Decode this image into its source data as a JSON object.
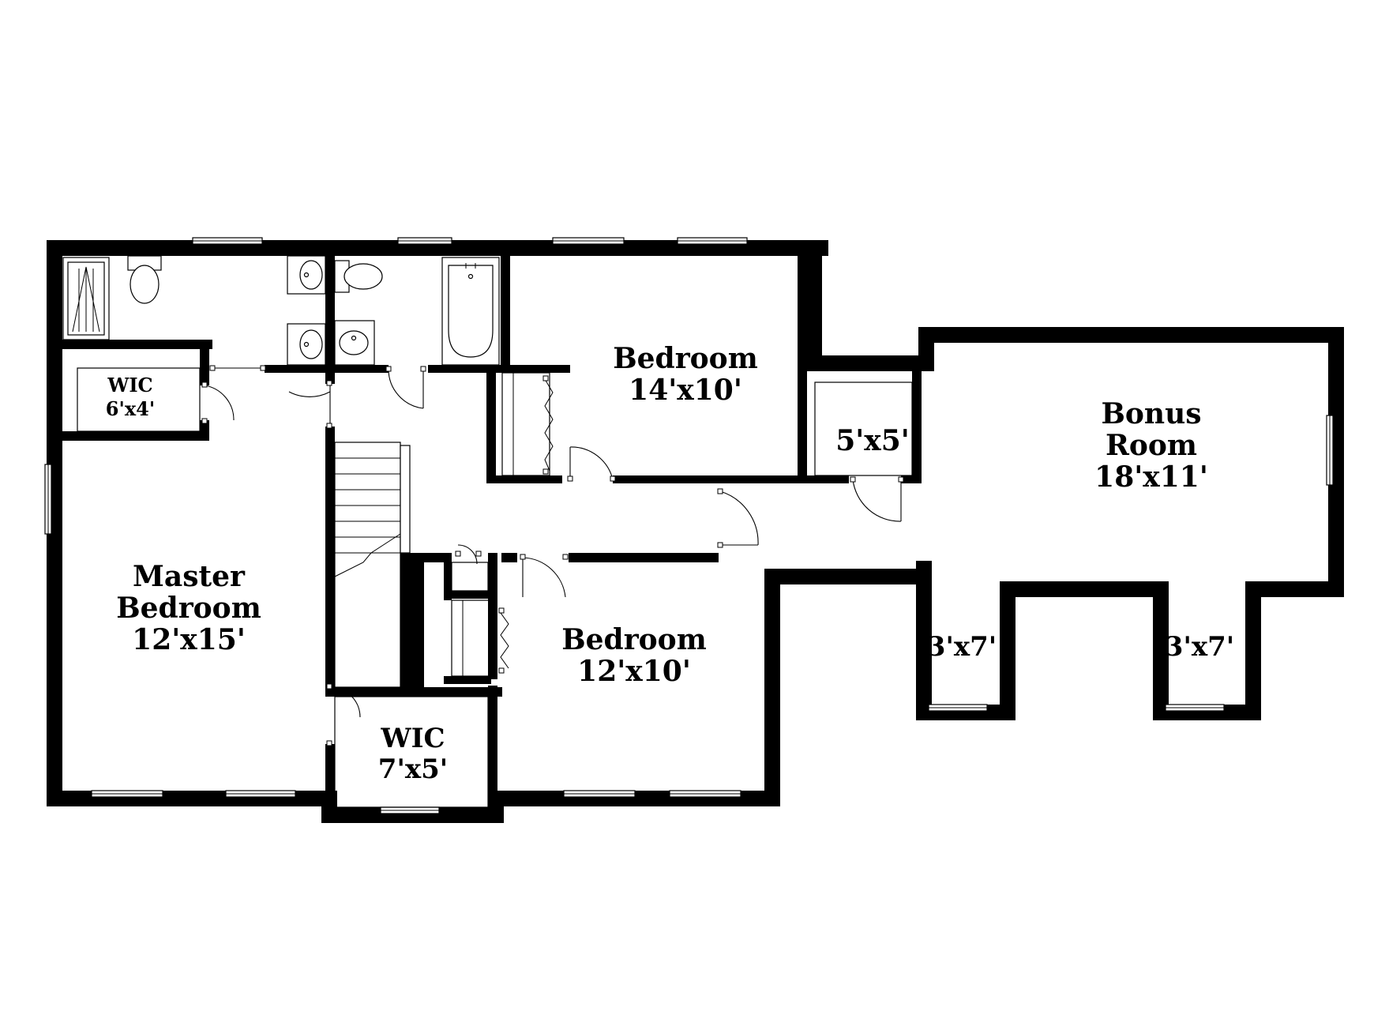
{
  "rooms": {
    "master_bedroom": {
      "name_line1": "Master",
      "name_line2": "Bedroom",
      "size": "12'x15'"
    },
    "wic_small": {
      "name": "WIC",
      "size": "6'x4'"
    },
    "wic_master": {
      "name": "WIC",
      "size": "7'x5'"
    },
    "bedroom_top": {
      "name": "Bedroom",
      "size": "14'x10'"
    },
    "bedroom_bottom": {
      "name": "Bedroom",
      "size": "12'x10'"
    },
    "bonus_room": {
      "name_line1": "Bonus",
      "name_line2": "Room",
      "size": "18'x11'"
    },
    "closet_5x5": {
      "size": "5'x5'"
    },
    "nook_left": {
      "size": "3'x7'"
    },
    "nook_right": {
      "size": "3'x7'"
    }
  },
  "colors": {
    "wall": "#000000",
    "background": "#ffffff"
  }
}
